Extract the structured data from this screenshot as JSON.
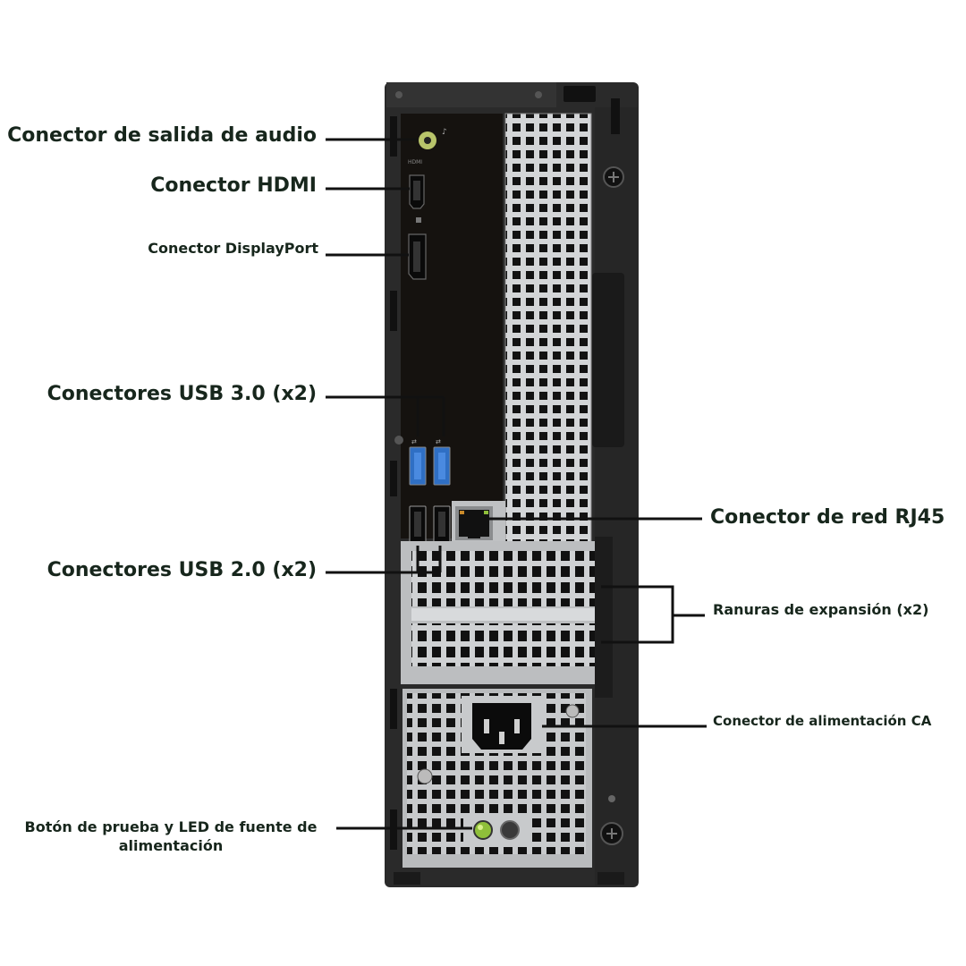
{
  "labels": {
    "audio_out": "Conector de salida de audio",
    "hdmi": "Conector HDMI",
    "displayport": "Conector DisplayPort",
    "usb3": "Conectores USB 3.0 (x2)",
    "usb2": "Conectores USB 2.0 (x2)",
    "rj45": "Conector de red RJ45",
    "expansion_slots": "Ranuras de expansión (x2)",
    "ac_power": "Conector de alimentación CA",
    "psu_test": "Botón de prueba y LED de fuente de alimentación"
  },
  "port_markings": {
    "hdmi": "HDMI"
  },
  "colors": {
    "label_text": "#17261c",
    "callout_line": "#111111",
    "chassis": "#2a2a2a",
    "io_panel": "#15120f",
    "usb3_blue": "#2f6fc4",
    "audio_green": "#b8c46a",
    "psu_led_green": "#8fbf3a",
    "metal": "#c9cbcd"
  },
  "icons": [
    "audio-jack-icon",
    "hdmi-port-icon",
    "displayport-port-icon",
    "usb3-port-icon",
    "usb2-port-icon",
    "rj45-port-icon",
    "ac-inlet-icon",
    "psu-test-button-icon",
    "psu-led-icon",
    "screw-icon"
  ]
}
